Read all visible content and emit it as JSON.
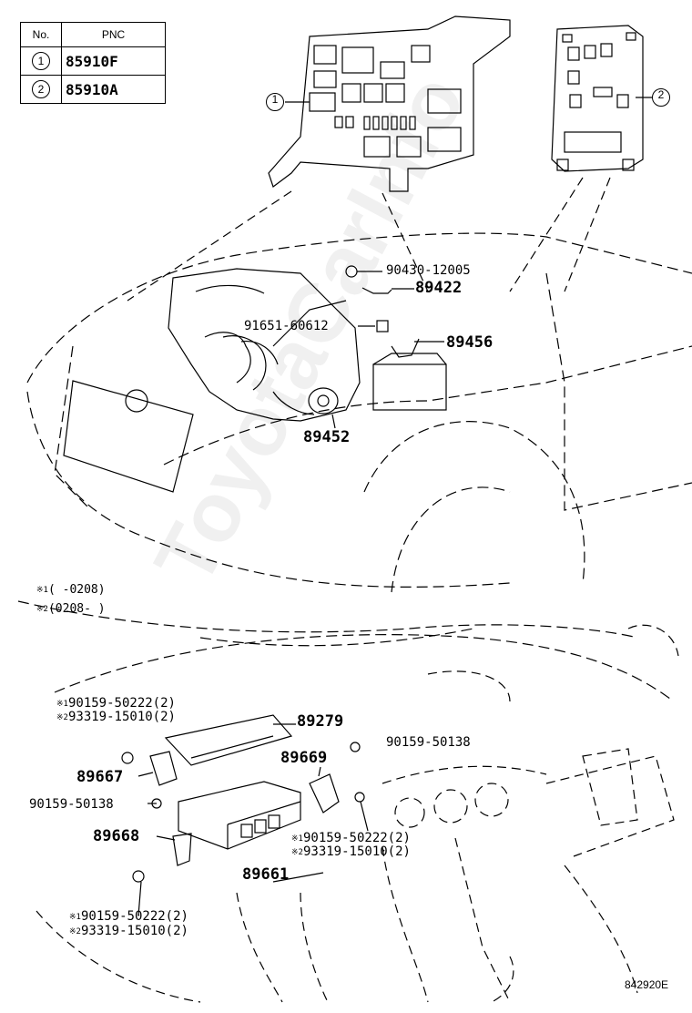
{
  "table": {
    "header": {
      "no": "No.",
      "pnc": "PNC"
    },
    "rows": [
      {
        "no": "1",
        "pnc": "85910F"
      },
      {
        "no": "2",
        "pnc": "85910A"
      }
    ]
  },
  "callouts": {
    "block1": "1",
    "block2": "2"
  },
  "labels": {
    "p90430": "90430-12005",
    "p89422": "89422",
    "p91651": "91651-60612",
    "p89456": "89456",
    "p89452": "89452",
    "p89279": "89279",
    "p90159_138_right": "90159-50138",
    "p89669": "89669",
    "p89667": "89667",
    "p90159_138_left": "90159-50138",
    "p89668": "89668",
    "p89661": "89661"
  },
  "notes": {
    "n1_mark": "※1",
    "n1_text": "(     -0208)",
    "n2_mark": "※2",
    "n2_text": "(0208-     )"
  },
  "groups": {
    "top_left": {
      "m1": "※1",
      "t1": "90159-50222(2)",
      "m2": "※2",
      "t2": "93319-15010(2)"
    },
    "mid_right": {
      "m1": "※1",
      "t1": "90159-50222(2)",
      "m2": "※2",
      "t2": "93319-15010(2)"
    },
    "bottom_left": {
      "m1": "※1",
      "t1": "90159-50222(2)",
      "m2": "※2",
      "t2": "93319-15010(2)"
    }
  },
  "figure_number": "842920E",
  "watermark": "ToyotaCarInfo"
}
